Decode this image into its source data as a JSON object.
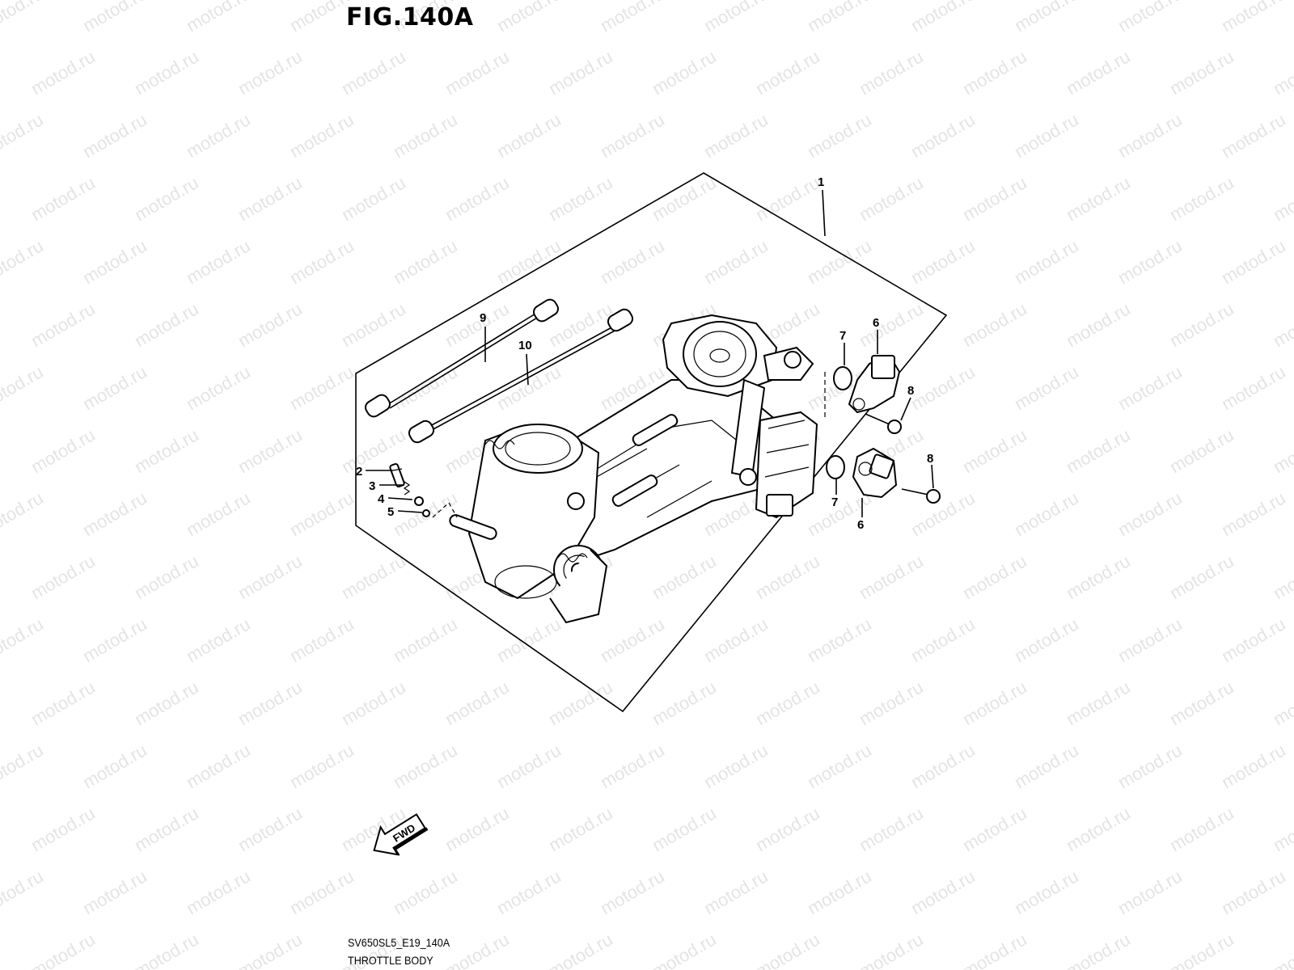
{
  "figure_title": "FIG.140A",
  "watermark_text": "motod.ru",
  "drawing_code": "SV650SL5_E19_140A",
  "section_title": "THROTTLE BODY",
  "fwd_label": "FWD",
  "callouts": [
    {
      "num": "1"
    },
    {
      "num": "2"
    },
    {
      "num": "3"
    },
    {
      "num": "4"
    },
    {
      "num": "5"
    },
    {
      "num": "6"
    },
    {
      "num": "6"
    },
    {
      "num": "7"
    },
    {
      "num": "7"
    },
    {
      "num": "8"
    },
    {
      "num": "8"
    },
    {
      "num": "9"
    },
    {
      "num": "10"
    }
  ]
}
